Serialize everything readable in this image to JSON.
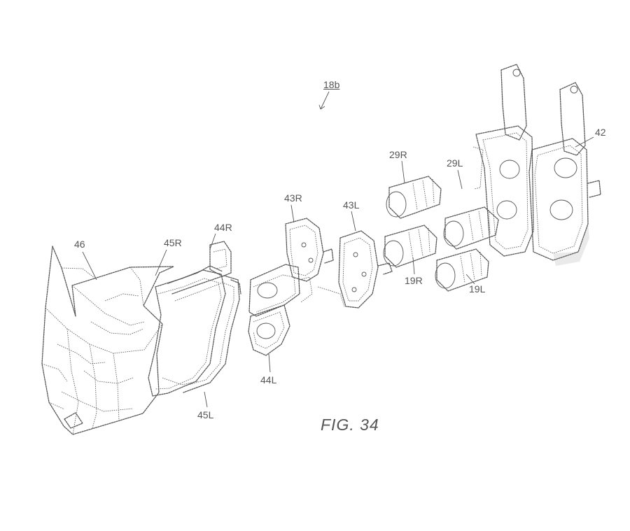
{
  "figure": {
    "caption": "FIG. 34",
    "assembly_ref": "18b"
  },
  "labels": {
    "l46": "46",
    "l45R": "45R",
    "l44R": "44R",
    "l43R": "43R",
    "l43L": "43L",
    "l29R": "29R",
    "l29L": "29L",
    "l42": "42",
    "l19R": "19R",
    "l19L": "19L",
    "l44L": "44L",
    "l45L": "45L"
  }
}
